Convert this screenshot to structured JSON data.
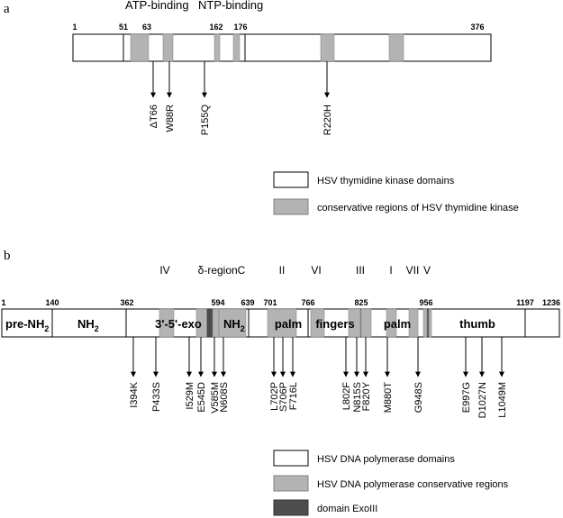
{
  "panel_a": {
    "label": "a",
    "headers": [
      {
        "text": "ATP-binding"
      },
      {
        "text": "NTP-binding"
      }
    ],
    "ticks": [
      "1",
      "51",
      "63",
      "162",
      "176",
      "376"
    ],
    "mutations": [
      "ΔT66",
      "W88R",
      "P155Q",
      "R220H"
    ],
    "legend": [
      {
        "text": "HSV thymidine kinase domains",
        "color": "#ffffff"
      },
      {
        "text": "conservative regions of HSV thymidine kinase",
        "color": "#b3b3b3"
      }
    ]
  },
  "panel_b": {
    "label": "b",
    "region_labels": [
      "IV",
      "δ-regionC",
      "II",
      "VI",
      "III",
      "I",
      "VII",
      "V"
    ],
    "ticks": [
      "1",
      "140",
      "362",
      "594",
      "639",
      "701",
      "766",
      "825",
      "956",
      "1197",
      "1236"
    ],
    "domains": {
      "pre_nh2": "pre-NH",
      "pre_nh2_sub": "2",
      "nh2": "NH",
      "nh2_sub": "2",
      "exo": "3'-5'-exo",
      "nh2b": "NH",
      "nh2b_sub": "2",
      "palm1": "palm",
      "fingers": "fingers",
      "palm2": "palm",
      "thumb": "thumb"
    },
    "mutations": [
      "I394K",
      "P433S",
      "I529M",
      "E545D",
      "V585M",
      "N608S",
      "L702P",
      "S706P",
      "F716L",
      "L802F",
      "N815S",
      "F820Y",
      "M880T",
      "G948S",
      "E997G",
      "D1027N",
      "L1049M"
    ],
    "legend": [
      {
        "text": "HSV DNA polymerase domains",
        "color": "#ffffff"
      },
      {
        "text": "HSV DNA polymerase conservative regions",
        "color": "#b3b3b3"
      },
      {
        "text": "domain ExoIII",
        "color": "#4d4d4d"
      }
    ]
  }
}
